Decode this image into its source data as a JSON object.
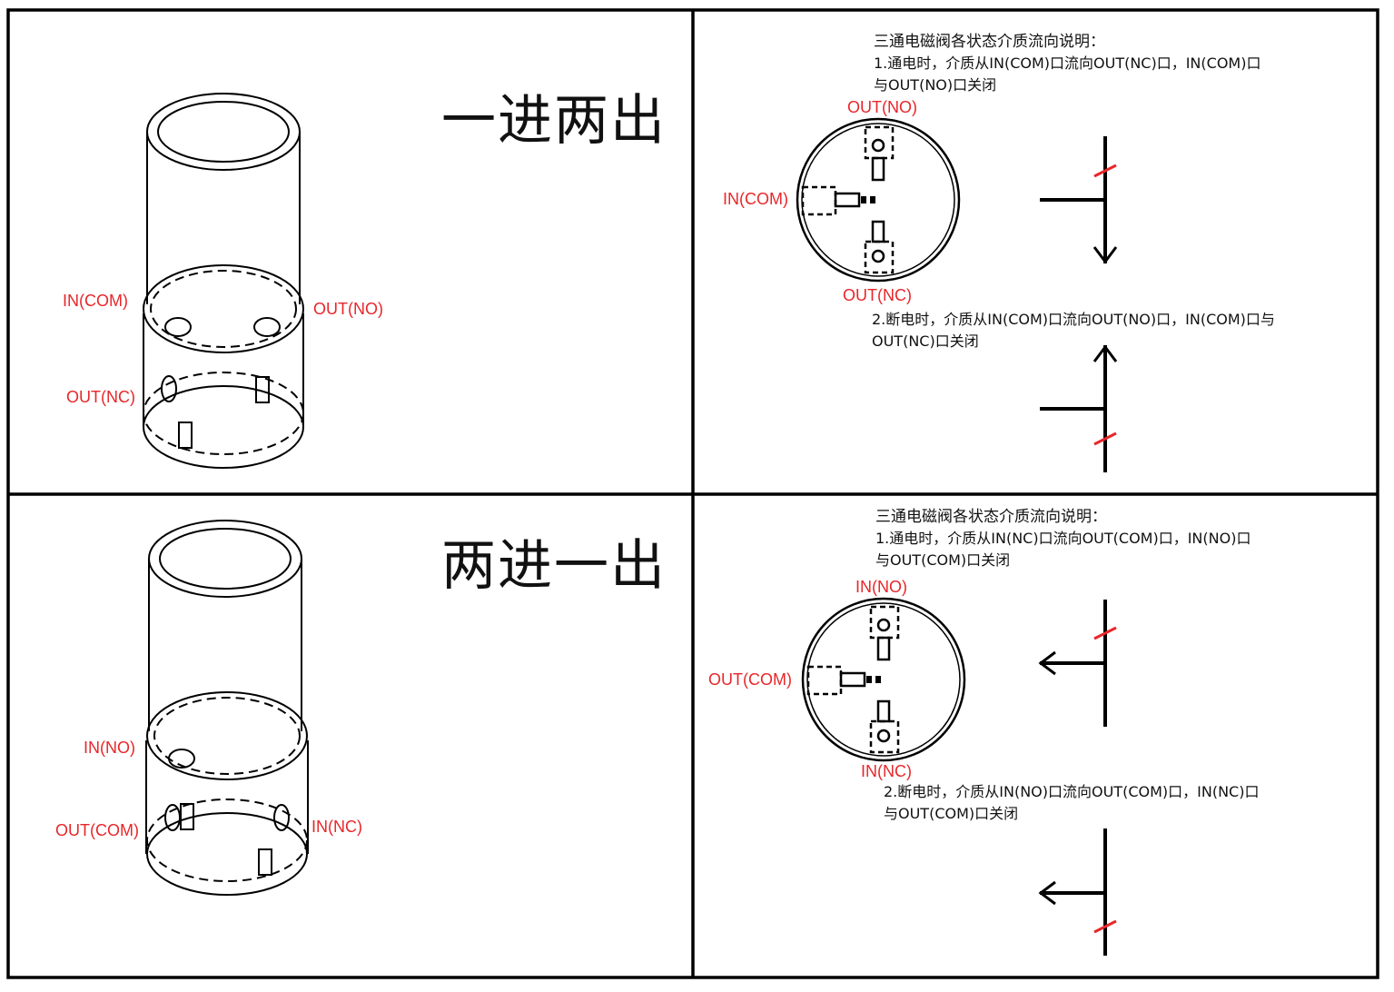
{
  "panels": {
    "one_in_two_out": {
      "title": "一进两出",
      "labels": {
        "in_com": "IN(COM)",
        "out_no": "OUT(NO)",
        "out_nc": "OUT(NC)"
      },
      "desc_heading": "三通电磁阀各状态介质流向说明：",
      "desc_1a": "1.通电时，介质从IN(COM)口流向OUT(NC)口，IN(COM)口",
      "desc_1b": "与OUT(NO)口关闭",
      "desc_2a": "2.断电时，介质从IN(COM)口流向OUT(NO)口，IN(COM)口与",
      "desc_2b": "OUT(NC)口关闭",
      "circle_labels": {
        "top": "OUT(NO)",
        "left": "IN(COM)",
        "bottom": "OUT(NC)"
      }
    },
    "two_in_one_out": {
      "title": "两进一出",
      "labels": {
        "in_no": "IN(NO)",
        "out_com": "OUT(COM)",
        "in_nc": "IN(NC)"
      },
      "desc_heading": "三通电磁阀各状态介质流向说明：",
      "desc_1a": "1.通电时，介质从IN(NC)口流向OUT(COM)口，IN(NO)口",
      "desc_1b": "与OUT(COM)口关闭",
      "desc_2a": "2.断电时，介质从IN(NO)口流向OUT(COM)口，IN(NC)口",
      "desc_2b": "与OUT(COM)口关闭",
      "circle_labels": {
        "top": "IN(NO)",
        "left": "OUT(COM)",
        "bottom": "IN(NC)"
      }
    }
  },
  "colors": {
    "label": "#e8262a",
    "line": "#000000"
  }
}
